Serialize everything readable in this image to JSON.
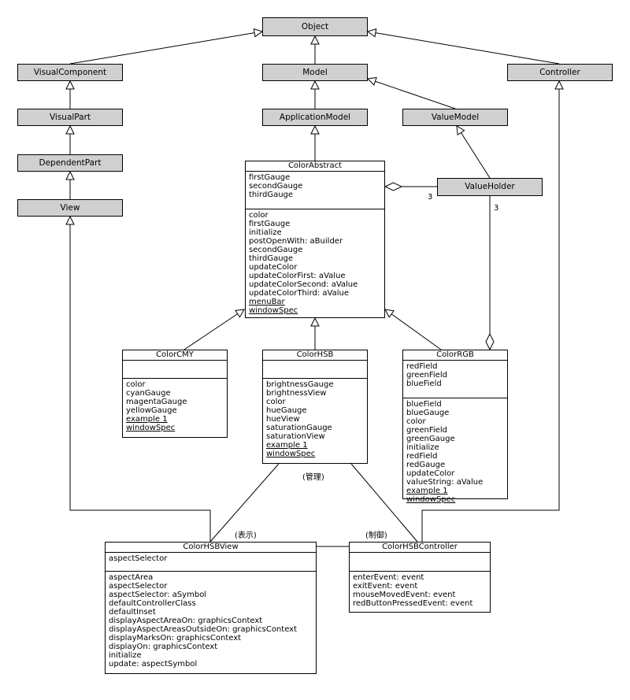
{
  "simple_classes": {
    "object": "Object",
    "visual_component": "VisualComponent",
    "model": "Model",
    "controller": "Controller",
    "visual_part": "VisualPart",
    "application_model": "ApplicationModel",
    "value_model": "ValueModel",
    "dependent_part": "DependentPart",
    "value_holder": "ValueHolder",
    "view": "View"
  },
  "color_abstract": {
    "name": "ColorAbstract",
    "attributes": [
      "firstGauge",
      "secondGauge",
      "thirdGauge"
    ],
    "methods": [
      "color",
      "firstGauge",
      "initialize",
      "postOpenWith: aBuilder",
      "secondGauge",
      "thirdGauge",
      "updateColor",
      "updateColorFirst: aValue",
      "updateColorSecond: aValue",
      "updateColorThird: aValue"
    ],
    "class_methods": [
      "menuBar",
      "windowSpec"
    ]
  },
  "color_cmy": {
    "name": "ColorCMY",
    "methods": [
      "color",
      "cyanGauge",
      "magentaGauge",
      "yellowGauge"
    ],
    "class_methods": [
      "example 1",
      "windowSpec"
    ]
  },
  "color_hsb": {
    "name": "ColorHSB",
    "methods": [
      "brightnessGauge",
      "brightnessView",
      "color",
      "hueGauge",
      "hueView",
      "saturationGauge",
      "saturationView"
    ],
    "class_methods": [
      "example 1",
      "windowSpec"
    ]
  },
  "color_rgb": {
    "name": "ColorRGB",
    "attributes": [
      "redField",
      "greenField",
      "blueField"
    ],
    "methods": [
      "blueField",
      "blueGauge",
      "color",
      "greenField",
      "greenGauge",
      "initialize",
      "redField",
      "redGauge",
      "updateColor",
      "valueString: aValue"
    ],
    "class_methods": [
      "example 1",
      "windowSpec"
    ]
  },
  "color_hsb_view": {
    "name": "ColorHSBView",
    "attributes": [
      "aspectSelector"
    ],
    "methods": [
      "aspectArea",
      "aspectSelector",
      "aspectSelector: aSymbol",
      "defaultControllerClass",
      "defaultInset",
      "displayAspectAreaOn: graphicsContext",
      "displayAspectAreasOutsideOn: graphicsContext",
      "displayMarksOn: graphicsContext",
      "displayOn: graphicsContext",
      "initialize",
      "update: aspectSymbol"
    ]
  },
  "color_hsb_controller": {
    "name": "ColorHSBController",
    "methods": [
      "enterEvent: event",
      "exitEvent: event",
      "mouseMovedEvent: event",
      "redButtonPressedEvent: event"
    ]
  },
  "labels": {
    "multiplicity_left": "3",
    "multiplicity_right": "3",
    "manage": "(管理)",
    "display": "(表示)",
    "control": "(制御)"
  }
}
